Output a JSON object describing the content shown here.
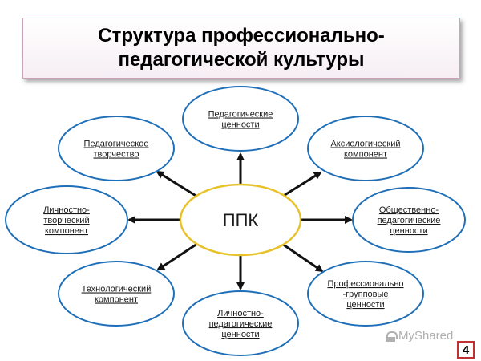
{
  "title": {
    "line1": "Структура профессионально-",
    "line2": "педагогической культуры"
  },
  "center": {
    "label": "ППК"
  },
  "nodes": [
    {
      "id": "pedagogical-values",
      "lines": [
        "Педагогические",
        "ценности"
      ]
    },
    {
      "id": "axiological-component",
      "lines": [
        "Аксиологический",
        "компонент"
      ]
    },
    {
      "id": "social-pedagogical-values",
      "lines": [
        "Общественно-",
        "педагогические",
        "ценности"
      ]
    },
    {
      "id": "professional-group-values",
      "lines": [
        "Профессионально",
        "-групповые",
        "ценности"
      ]
    },
    {
      "id": "personal-pedagogical-values",
      "lines": [
        "Личностно-",
        "педагогические",
        "ценности"
      ]
    },
    {
      "id": "technological-component",
      "lines": [
        "Технологический",
        "компонент"
      ]
    },
    {
      "id": "personal-creative-component",
      "lines": [
        "Личностно-",
        "творческий",
        "компонент"
      ]
    },
    {
      "id": "pedagogical-creativity",
      "lines": [
        "Педагогическое",
        "творчество"
      ]
    }
  ],
  "watermark": {
    "text": "MyShared",
    "icon": "myshared-logo-icon"
  },
  "page_number": "4",
  "colors": {
    "ellipse_border": "#1f6fb8",
    "center_border": "#e8c22a",
    "arrow": "#111111",
    "page_number_border": "#c03030"
  }
}
